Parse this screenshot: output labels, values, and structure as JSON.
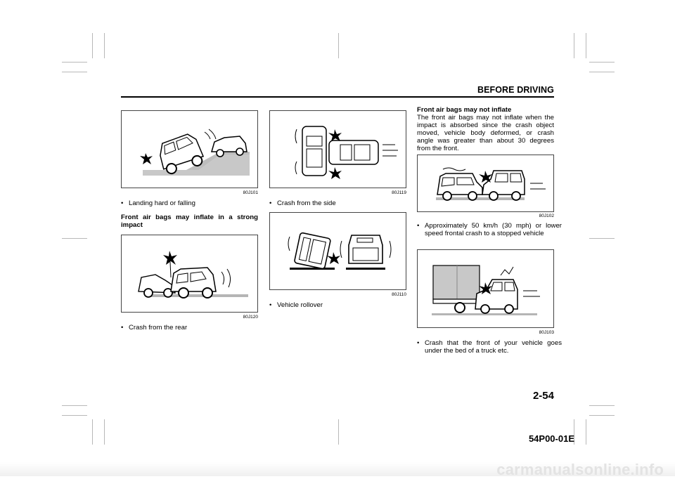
{
  "header": {
    "section_title": "BEFORE DRIVING"
  },
  "figures": {
    "fig1": {
      "code": "80J101"
    },
    "fig2": {
      "code": "80J120"
    },
    "fig3": {
      "code": "80J119"
    },
    "fig4": {
      "code": "80J110"
    },
    "fig5": {
      "code": "80J102"
    },
    "fig6": {
      "code": "80J103"
    }
  },
  "left_column": {
    "bullet1": "Landing hard or falling",
    "heading": "Front air bags may inflate in a strong impact",
    "bullet2": "Crash from the rear"
  },
  "middle_column": {
    "bullet1": "Crash from the side",
    "bullet2": "Vehicle rollover"
  },
  "right_column": {
    "heading": "Front air bags may not inflate",
    "paragraph": "The front air bags may not inflate when the impact is absorbed since the crash object moved, vehicle body deformed, or crash angle was greater than about 30 degrees from the front.",
    "bullet1": "Approximately 50 km/h (30 mph) or lower speed frontal crash to a stopped vehicle",
    "bullet2": "Crash that the front of your vehicle goes under the bed of a truck etc."
  },
  "footer": {
    "page_number": "2-54",
    "document_code": "54P00-01E"
  },
  "watermark": {
    "text": "carmanualsonline.info"
  }
}
